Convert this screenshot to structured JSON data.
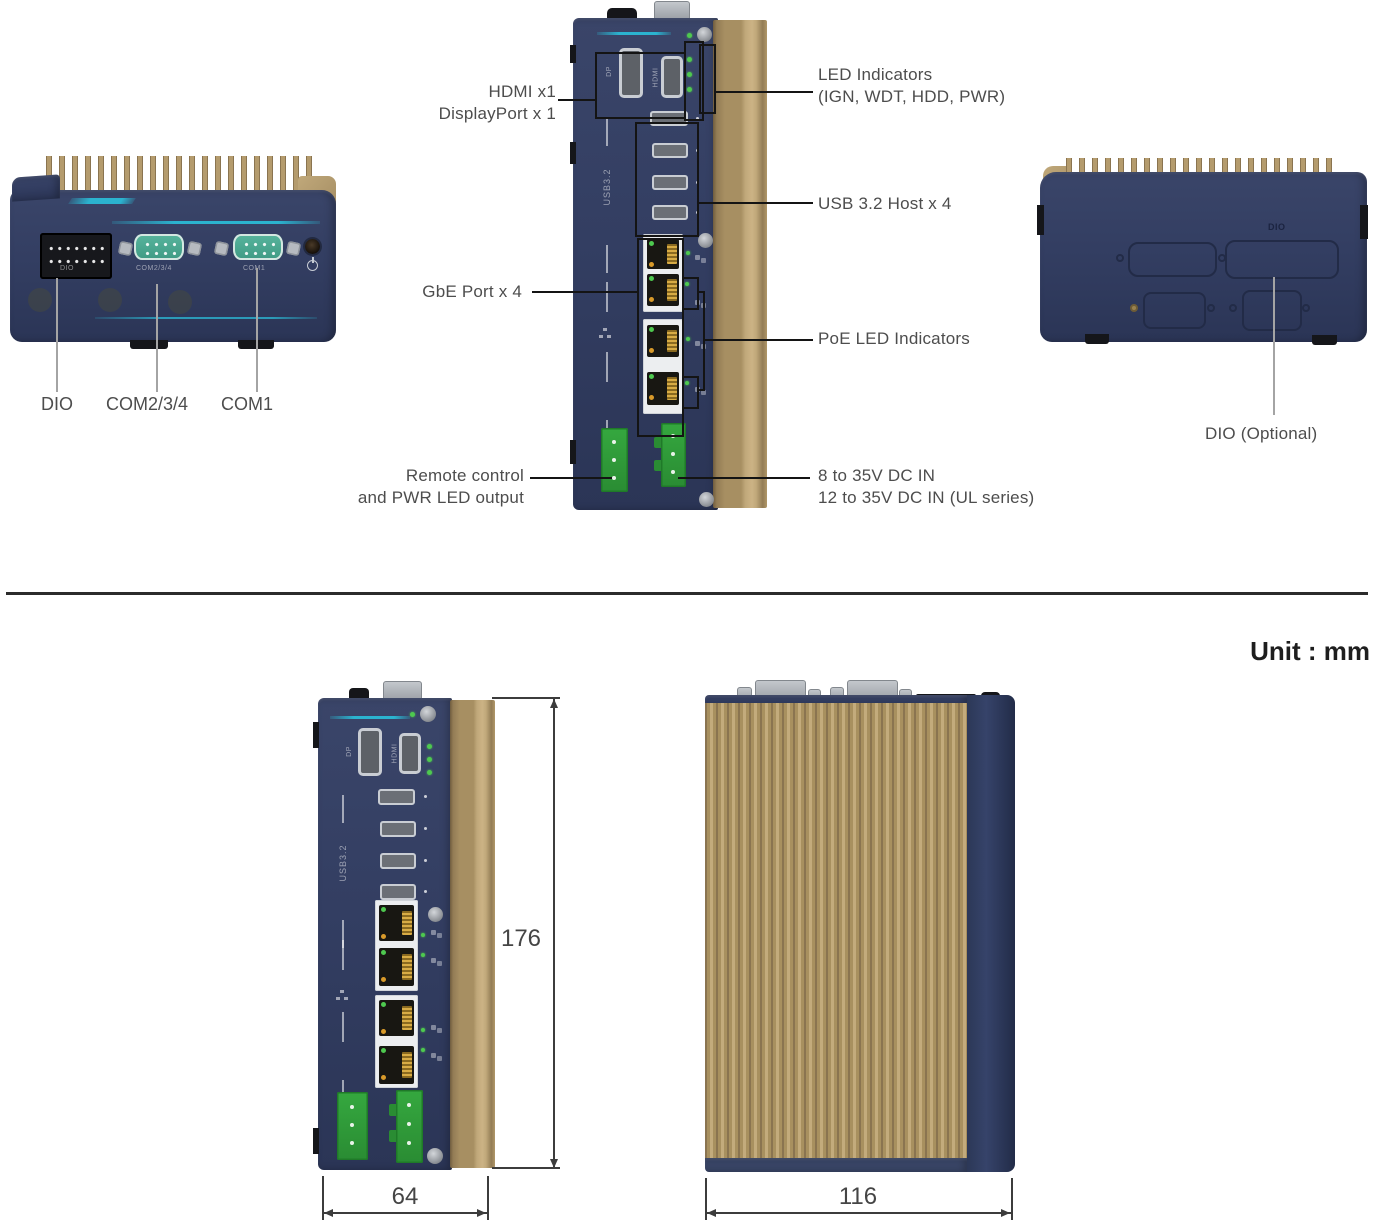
{
  "io_figure": {
    "front_view": {
      "labels": {
        "dio": "DIO",
        "com234": "COM2/3/4",
        "com1": "COM1"
      },
      "silkscreen": {
        "dio": "DIO",
        "com234": "COM2/3/4",
        "com1": "COM1"
      }
    },
    "io_panel": {
      "callouts": {
        "display": {
          "line1": "HDMI x1",
          "line2": "DisplayPort x 1"
        },
        "led": {
          "line1": "LED Indicators",
          "line2": "(IGN, WDT, HDD, PWR)"
        },
        "usb": {
          "label": "USB 3.2 Host x 4"
        },
        "gbe": {
          "label": "GbE Port x 4"
        },
        "poe": {
          "label": "PoE LED Indicators"
        },
        "remote": {
          "line1": "Remote control",
          "line2": "and PWR LED output"
        },
        "dc_in": {
          "line1": "8 to 35V DC IN",
          "line2": "12 to 35V DC IN (UL series)"
        }
      },
      "silkscreen": {
        "usb": "USB3.2",
        "dp": "DP",
        "hdmi": "HDMI"
      }
    },
    "rear_view": {
      "label": "DIO (Optional)",
      "silkscreen": "DIO"
    }
  },
  "dimensions": {
    "unit_label": "Unit : mm",
    "height": "176",
    "depth": "64",
    "width": "116"
  },
  "colors": {
    "chassis_navy": "#333e62",
    "heatsink_tan": "#ab9268",
    "accent_teal": "#2bb3cf",
    "terminal_green": "#2f9e3c",
    "led_green": "#4ec94f",
    "label_text": "#4d4d4d"
  }
}
